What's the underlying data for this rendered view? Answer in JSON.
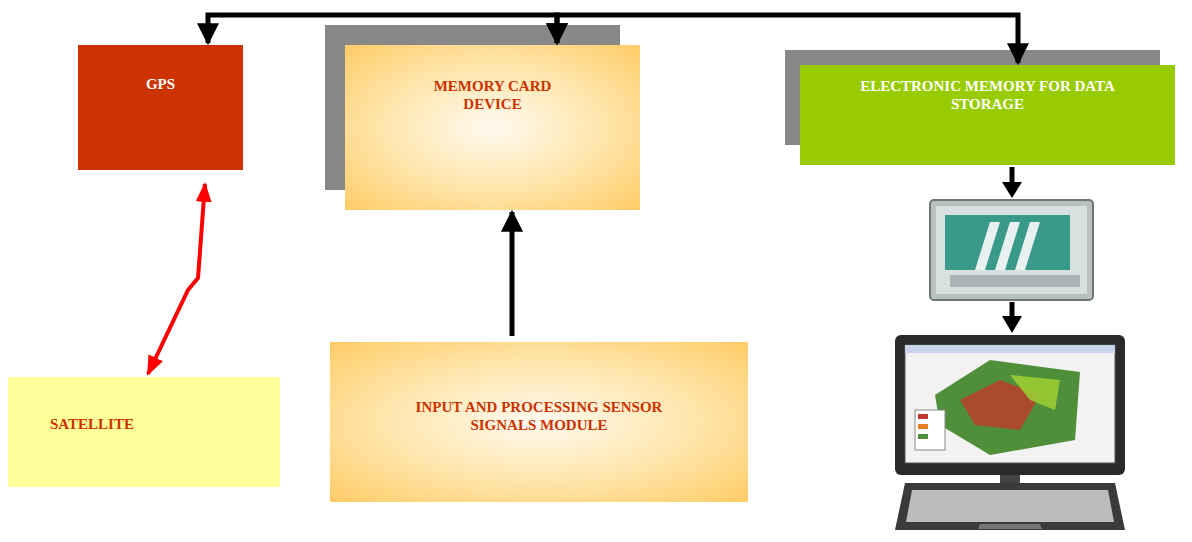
{
  "diagram": {
    "nodes": [
      {
        "text": [
          "GPS"
        ]
      },
      {
        "text": [
          "MEMORY CARD DEVICE"
        ]
      },
      {
        "text": [
          "ELECTRONIC MEMORY FOR DATA STORAGE"
        ]
      },
      {
        "text": [
          "SATELLITE"
        ]
      },
      {
        "text": [
          "INPUT AND PROCESSING SENSOR SIGNALS MODULE"
        ]
      }
    ],
    "edges": [
      {
        "from": 0,
        "to": 1,
        "arrow": "both"
      },
      {
        "from": 1,
        "to": 2,
        "arrow": "both"
      },
      {
        "from": 3,
        "to": 0,
        "arrow": "both"
      },
      {
        "from": 4,
        "to": 1,
        "arrow": "to"
      }
    ]
  }
}
